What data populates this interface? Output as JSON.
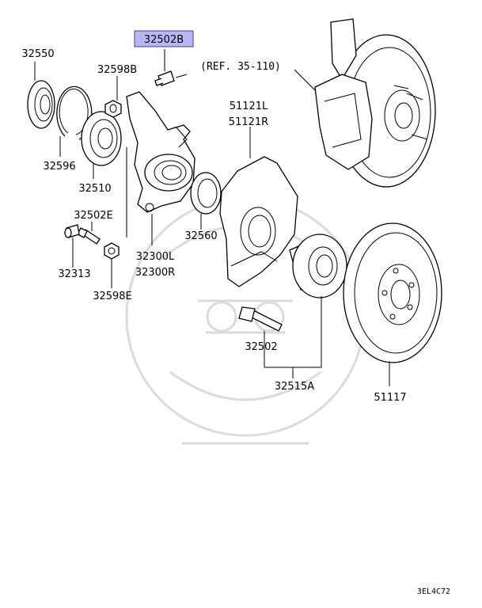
{
  "highlighted_part": "32502B",
  "reference": "(REF. 35-110)",
  "diagram_code": "3EL4C72",
  "labels": {
    "p32550": "32550",
    "p32596": "32596",
    "p32510": "32510",
    "p32598B": "32598B",
    "p32502B": "32502B",
    "p51121L": "51121L",
    "p51121R": "51121R",
    "p32560": "32560",
    "p32502E": "32502E",
    "p32313": "32313",
    "p32598E": "32598E",
    "p32300L": "32300L",
    "p32300R": "32300R",
    "p32502": "32502",
    "p32515A": "32515A",
    "p51117": "51117"
  },
  "colors": {
    "highlight_fill": "#b7b6f4",
    "line": "#000000",
    "watermark": "#d8d8d8"
  }
}
